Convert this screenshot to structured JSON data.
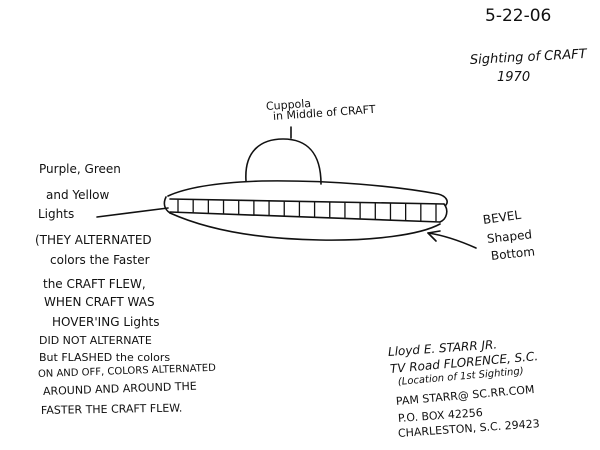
{
  "date": "5-22-06",
  "title_line1": "Sighting of CRAFT",
  "title_line2": "1970",
  "cupola_line1": "Cuppola",
  "cupola_line2": "in Middle of CRAFT",
  "lights_label": [
    "Purple, Green",
    "and Yellow",
    "Lights"
  ],
  "notes": [
    "(THEY ALTERNATED",
    "colors the Faster",
    "the CRAFT FLEW,",
    "WHEN CRAFT WAS",
    "HOVER'ING Lights",
    "DID NOT ALTERNATE",
    "But FLASHED the colors",
    "ON AND OFF, COLORS ALTERNATED",
    "AROUND AND AROUND THE",
    "FASTER THE CRAFT FLEW."
  ],
  "bevel_label": [
    "BEVEL",
    "Shaped",
    "Bottom"
  ],
  "contact": [
    "Lloyd E. STARR JR.",
    "TV Road FLORENCE, S.C.",
    "(Location of 1st Sighting)",
    "PAM STARR@ SC.RR.COM",
    "P.O. BOX 42256",
    "CHARLESTON, S.C. 29423"
  ],
  "ink_color": "#111111",
  "paper_color": "#ffffff"
}
